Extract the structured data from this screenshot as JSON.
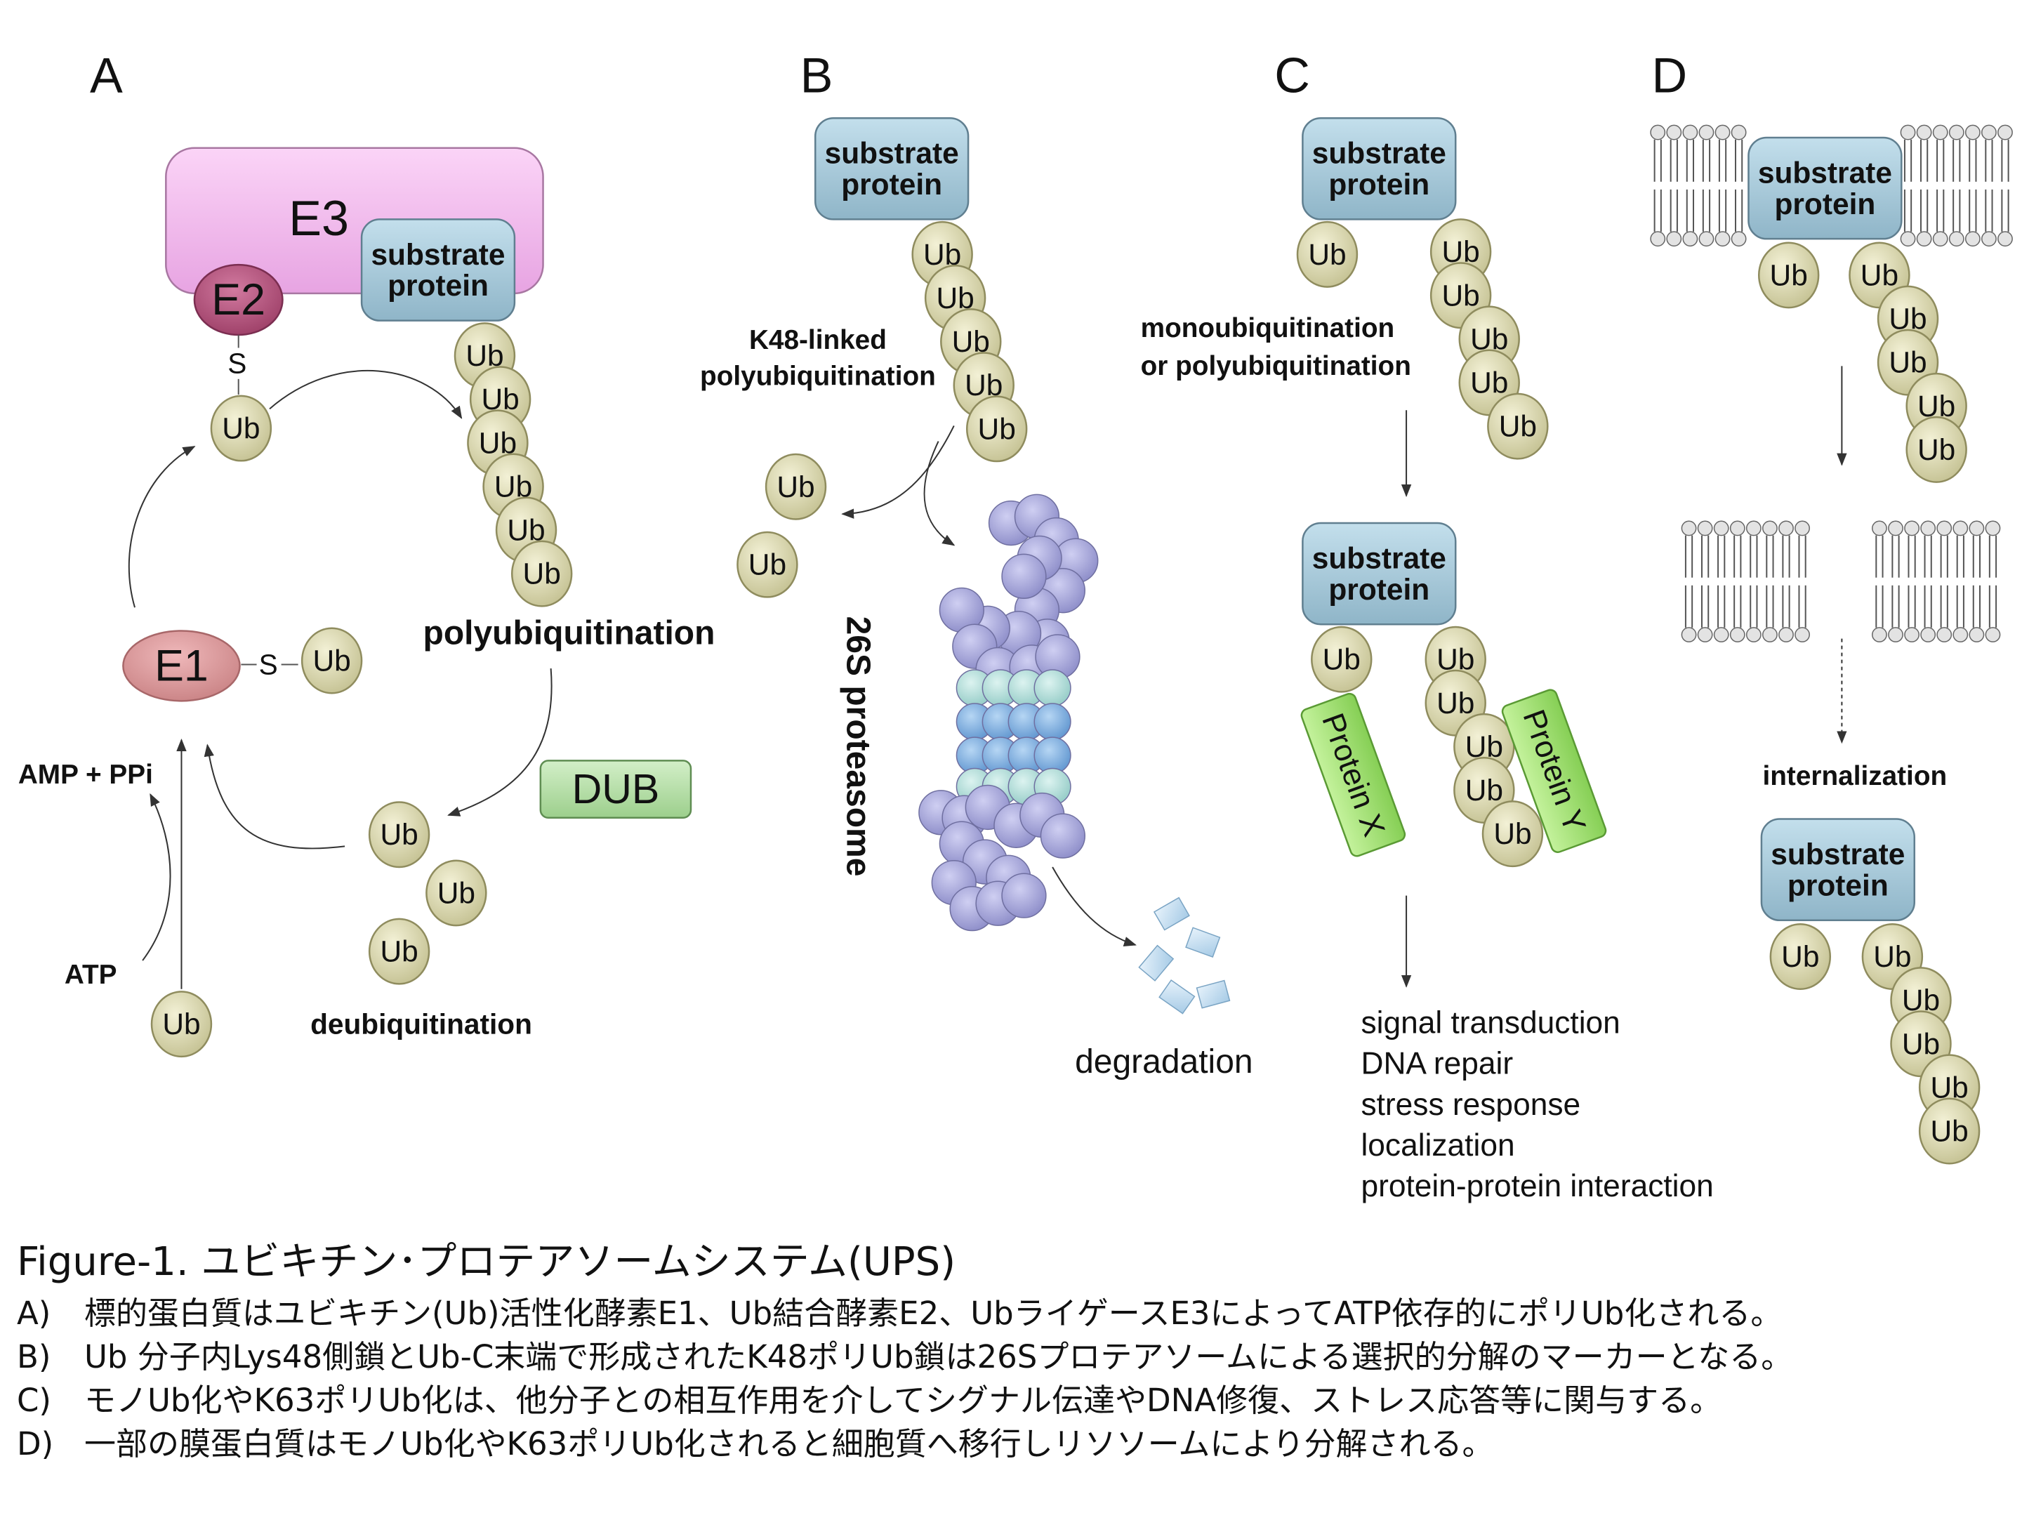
{
  "figure": {
    "caption_title": "Figure-1. ユビキチン･プロテアソームシステム(UPS)",
    "caption_lines": [
      {
        "label": "A)",
        "text": "標的蛋白質はユビキチン(Ub)活性化酵素E1、Ub結合酵素E2、UbライゲースE3によってATP依存的にポリUb化される。"
      },
      {
        "label": "B)",
        "text": "Ub 分子内Lys48側鎖とUb-C末端で形成されたK48ポリUb鎖は26Sプロテアソームによる選択的分解のマーカーとなる。"
      },
      {
        "label": "C)",
        "text": "モノUb化やK63ポリUb化は、他分子との相互作用を介してシグナル伝達やDNA修復、ストレス応答等に関与する。"
      },
      {
        "label": "D)",
        "text": "一部の膜蛋白質はモノUb化やK63ポリUb化されると細胞質へ移行しリソソームにより分解される。"
      }
    ]
  },
  "labels": {
    "ub": "Ub",
    "substrate_line1": "substrate",
    "substrate_line2": "protein",
    "sulfur": "S"
  },
  "panel_a": {
    "letter": "A",
    "e3": "E3",
    "e2": "E2",
    "e1": "E1",
    "dub": "DUB",
    "polyubiquitination": "polyubiquitination",
    "deubiquitination": "deubiquitination",
    "amp_ppi": "AMP + PPi",
    "atp": "ATP"
  },
  "panel_b": {
    "letter": "B",
    "k48_line1": "K48-linked",
    "k48_line2": "polyubiquitination",
    "proteasome": "26S proteasome",
    "degradation": "degradation"
  },
  "panel_c": {
    "letter": "C",
    "mono_line1": "monoubiquitination",
    "mono_line2": "or polyubiquitination",
    "protein_x": "Protein X",
    "protein_y": "Protein Y",
    "functions": [
      "signal transduction",
      "DNA repair",
      "stress response",
      "localization",
      "protein-protein interaction"
    ]
  },
  "panel_d": {
    "letter": "D",
    "internalization": "internalization"
  },
  "colors": {
    "ub_fill": "#d6d3a6",
    "substrate_fill": "#a9cadb",
    "e3_fill": "#f5b8f0",
    "e2_fill": "#b5507a",
    "e1_fill": "#dd9a9c",
    "dub_fill": "#b4dca6",
    "protein_xy_fill": "#9fe070",
    "proteasome_cap": "#a9a9dd",
    "proteasome_alpha": "#b4e0dc",
    "proteasome_beta": "#7fb0e0"
  }
}
